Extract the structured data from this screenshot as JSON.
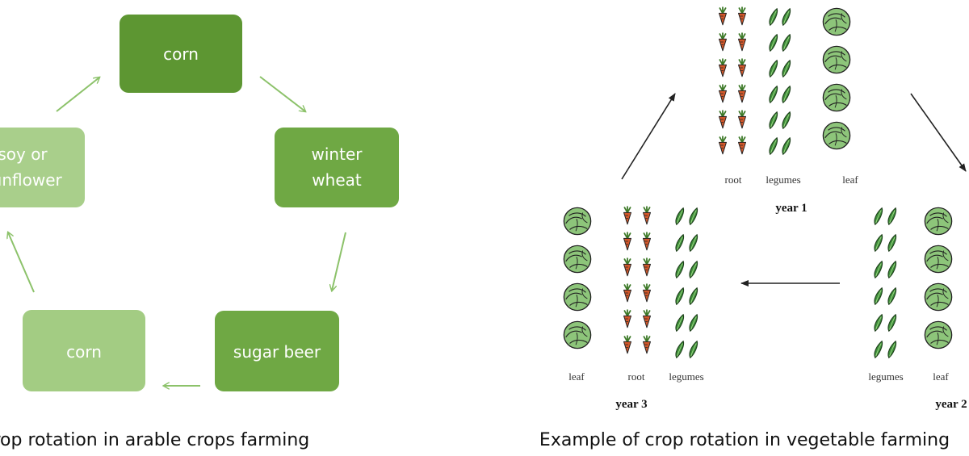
{
  "arable": {
    "colors": {
      "dark": "#5d9632",
      "mid": "#6fa844",
      "light": "#a3cc83",
      "lighter": "#a9cf8b",
      "arrow": "#8cc26a"
    },
    "boxes": [
      {
        "label": "corn"
      },
      {
        "label_line1": "winter",
        "label_line2": "wheat"
      },
      {
        "label": "sugar beer"
      },
      {
        "label": "corn"
      },
      {
        "label_line1": "soy or",
        "label_line2": "sunflower"
      }
    ],
    "caption": "Example of crop rotation in arable crops farming"
  },
  "vegetable": {
    "crop_icons": [
      "carrot-icon",
      "pea-pod-icon",
      "cabbage-icon"
    ],
    "arrow_color": "#222222",
    "years": [
      {
        "year": "year 1",
        "columns": [
          "root",
          "legumes",
          "leaf"
        ]
      },
      {
        "year": "year 2",
        "columns": [
          "legumes",
          "leaf"
        ]
      },
      {
        "year": "year 3",
        "columns": [
          "leaf",
          "root",
          "legumes"
        ]
      }
    ],
    "caption": "Example of crop rotation in vegetable farming"
  }
}
